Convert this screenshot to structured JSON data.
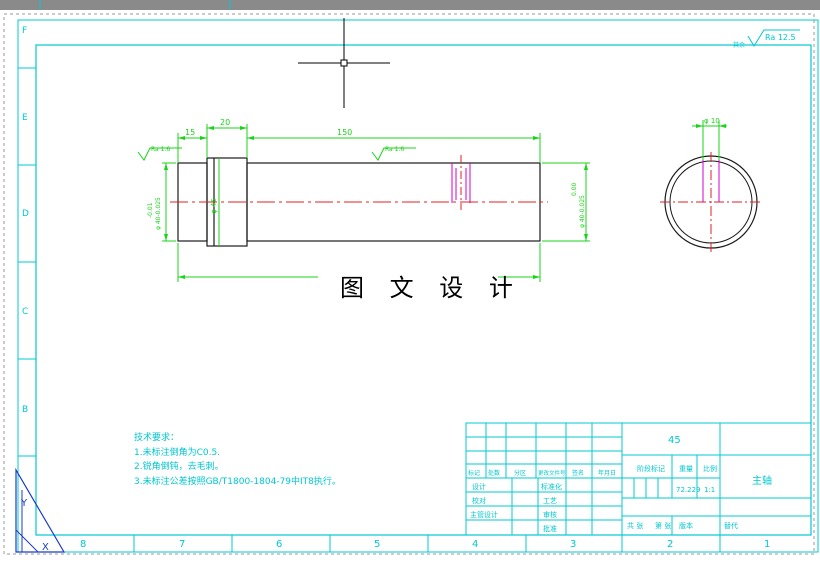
{
  "watermark": "图 文 设 计",
  "dims": {
    "d15": "15",
    "d20": "20",
    "d150": "150",
    "phi10": "φ 10",
    "phi45": "φ 45",
    "left_tol_a": "-0.01",
    "left_tol_b": "φ 40-0.025",
    "right_tol_a": "0.00",
    "right_tol_b": "φ 40-0.025"
  },
  "roughness": {
    "left": "Ra 1.6",
    "mid": "Ra 1.6",
    "corner_prefix": "其余",
    "corner": "Ra 12.5"
  },
  "zones_left": [
    "F",
    "E",
    "D",
    "C",
    "B"
  ],
  "zones_bottom": [
    "8",
    "7",
    "6",
    "5",
    "4",
    "3",
    "2",
    "1"
  ],
  "notes": {
    "title": "技术要求：",
    "line1": "1.未标注倒角为C0.5.",
    "line2": "2.锐角倒钝，去毛刺。",
    "line3": "3.未标注公差按照GB/T1800-1804-79中IT8执行。"
  },
  "title_block": {
    "material": "45",
    "part_name": "主轴",
    "row_labels": [
      "标记",
      "处数",
      "分区",
      "更改文件号",
      "签名",
      "年月日"
    ],
    "left_labels": [
      "设计",
      "校对",
      "主管设计"
    ],
    "mid_labels": [
      "标准化",
      "工艺",
      "审核",
      "批准"
    ],
    "stage_labels": [
      "阶段标记",
      "重量",
      "比例"
    ],
    "scale": "1:1",
    "weight": "72.229",
    "bottom_labels": [
      "共 张",
      "第 张",
      "版本",
      "替代"
    ]
  },
  "corner_axes": {
    "y": "Y",
    "x": "X"
  }
}
